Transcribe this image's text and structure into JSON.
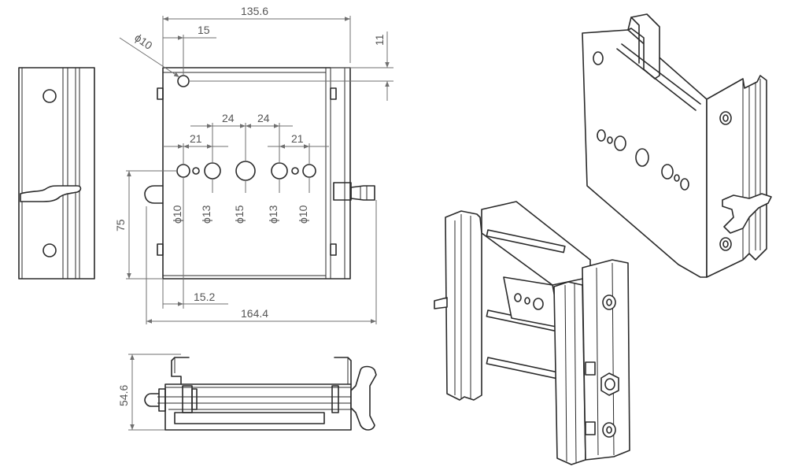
{
  "drawing": {
    "front_view": {
      "overall_width": "135.6",
      "hole_offset": "15",
      "top_hole_dia": "ϕ10",
      "top_offset": "11",
      "spacing_left": "24",
      "spacing_right": "24",
      "spacing_inner_left": "21",
      "spacing_inner_right": "21",
      "hole_labels": [
        "ϕ10",
        "ϕ13",
        "ϕ15",
        "ϕ13",
        "ϕ10"
      ],
      "height_from_bottom": "75",
      "bottom_offset": "15.2",
      "total_width": "164.4"
    },
    "bottom_view": {
      "height": "54.6"
    }
  }
}
